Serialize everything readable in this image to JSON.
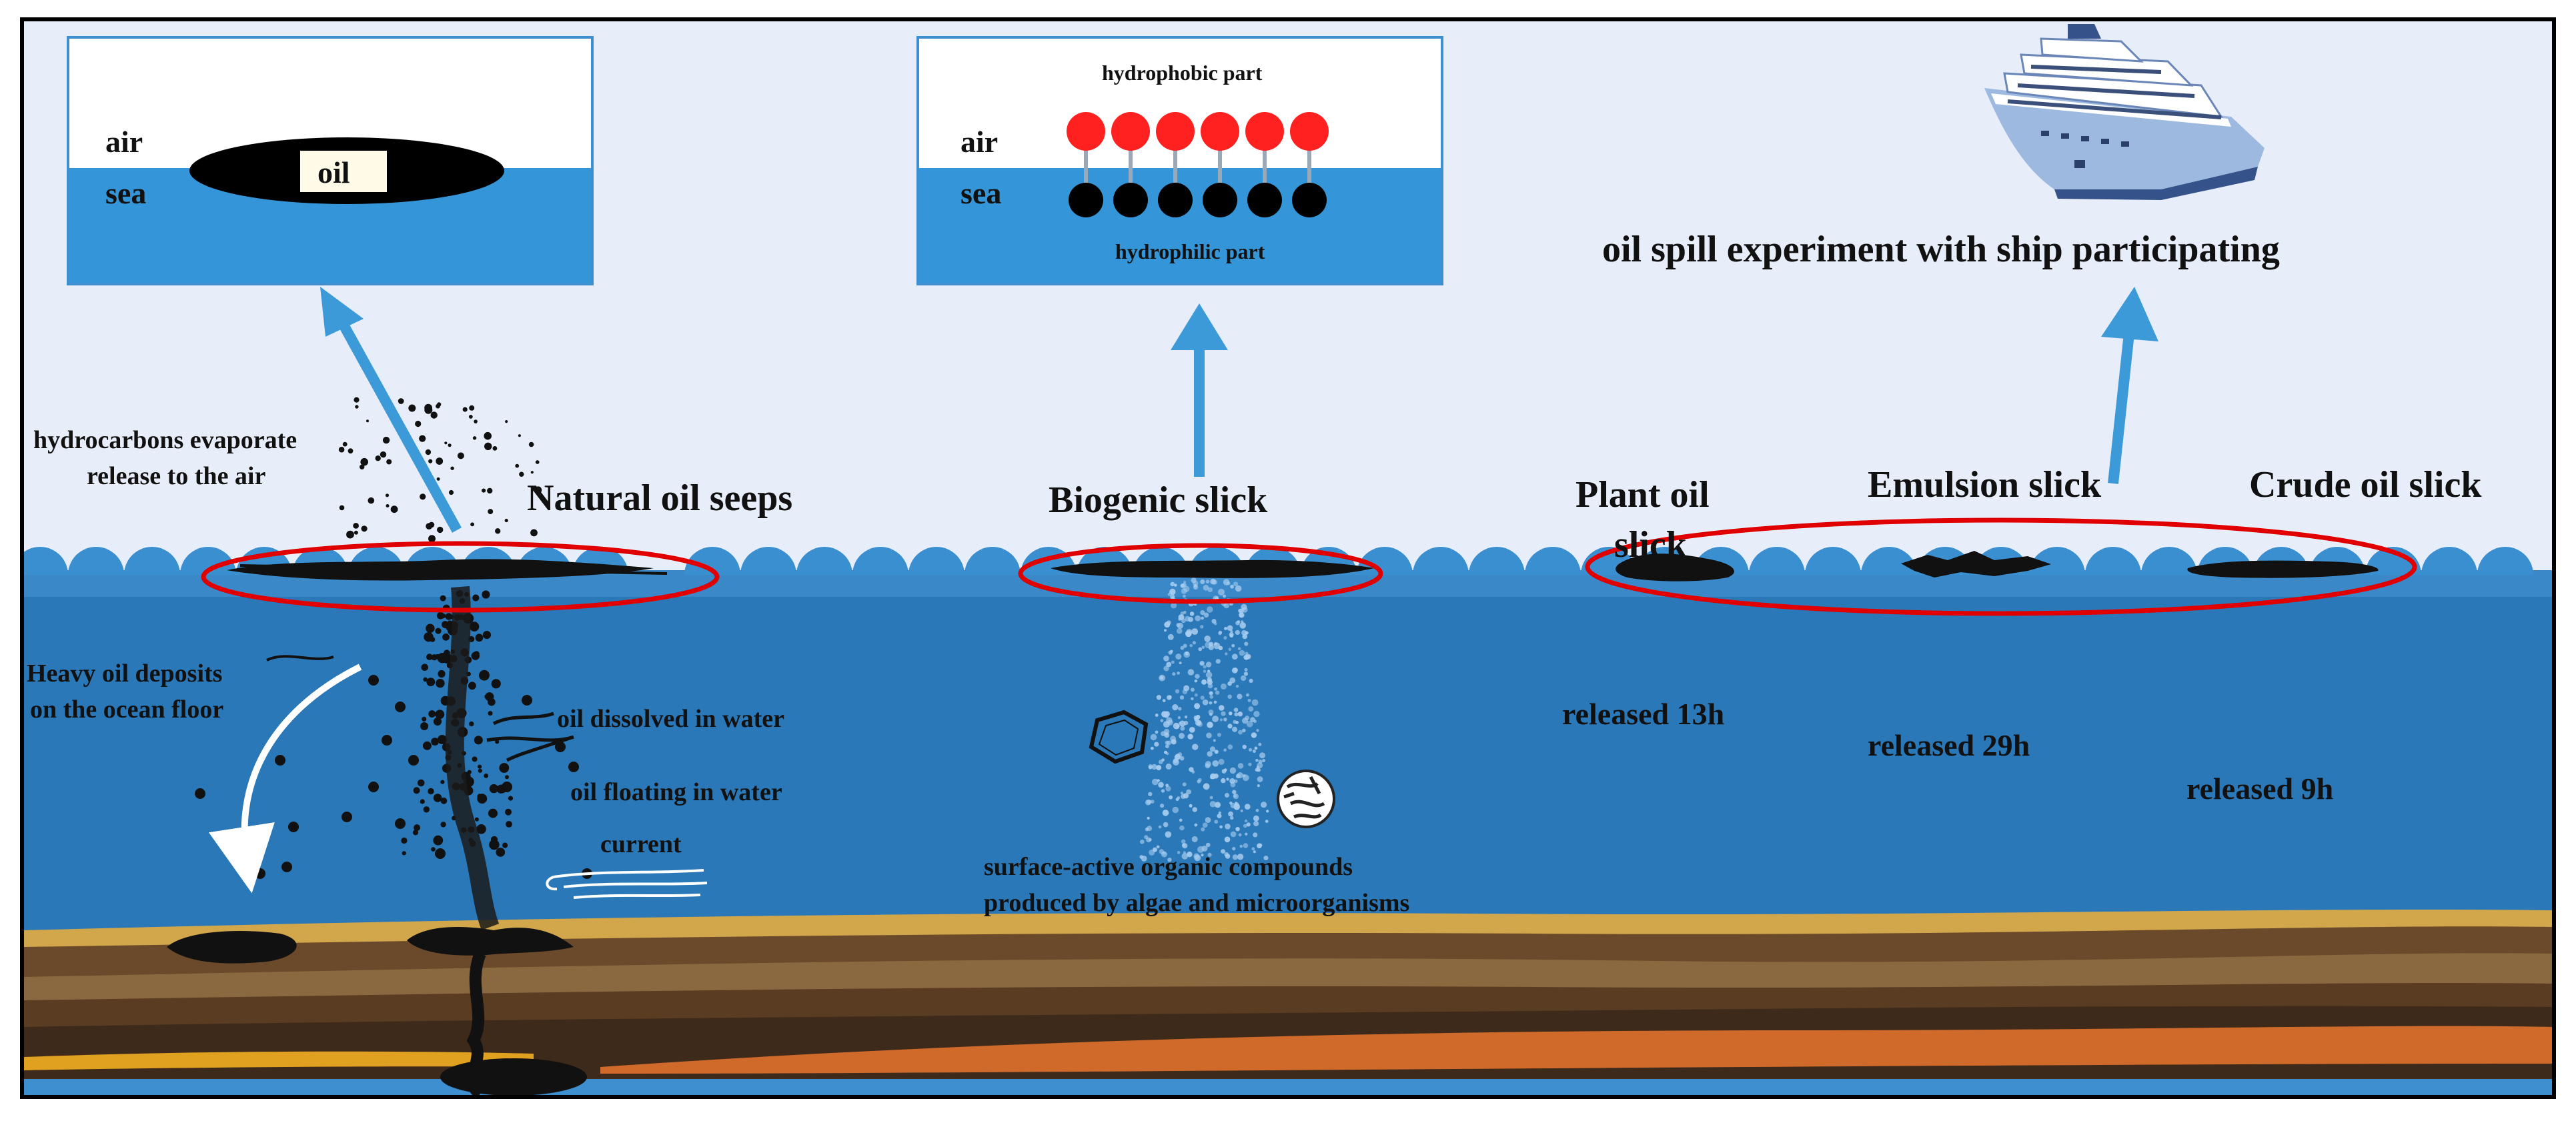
{
  "colors": {
    "sky": "#e8eef9",
    "sea": "#2a78b8",
    "sea_inset": "#3496d8",
    "wave": "#3a8fd0",
    "arrow": "#3d9ad8",
    "ellipse": "#e00000",
    "oil": "#111111",
    "hydrophobic": "#ff2020",
    "sediment_sand": "#d2a64a",
    "sediment_brown": "#6b4a2b",
    "sediment_orange": "#d06a2a"
  },
  "insets": {
    "oil_layer": {
      "air_label": "air",
      "sea_label": "sea",
      "oil_label": "oil"
    },
    "surfactant": {
      "air_label": "air",
      "sea_label": "sea",
      "hydrophobic_label": "hydrophobic part",
      "hydrophilic_label": "hydrophilic part",
      "molecule_count": 6
    }
  },
  "ship_caption": "oil spill experiment with ship participating",
  "seeps": {
    "title": "Natural oil seeps",
    "evaporate_line1": "hydrocarbons evaporate",
    "evaporate_line2": "release to the air",
    "deposit_line1": "Heavy oil deposits",
    "deposit_line2": "on the ocean floor",
    "dissolved": "oil dissolved  in water",
    "floating": "oil floating in water",
    "current": "current"
  },
  "biogenic": {
    "title": "Biogenic slick",
    "caption_line1": "surface-active organic compounds",
    "caption_line2": "produced by  algae and microorganisms"
  },
  "slicks": [
    {
      "name_line1": "Plant oil",
      "name_line2": "slick",
      "released": "released 13h"
    },
    {
      "name_line1": "Emulsion slick",
      "name_line2": "",
      "released": "released 29h"
    },
    {
      "name_line1": "Crude oil slick",
      "name_line2": "",
      "released": "released 9h"
    }
  ]
}
